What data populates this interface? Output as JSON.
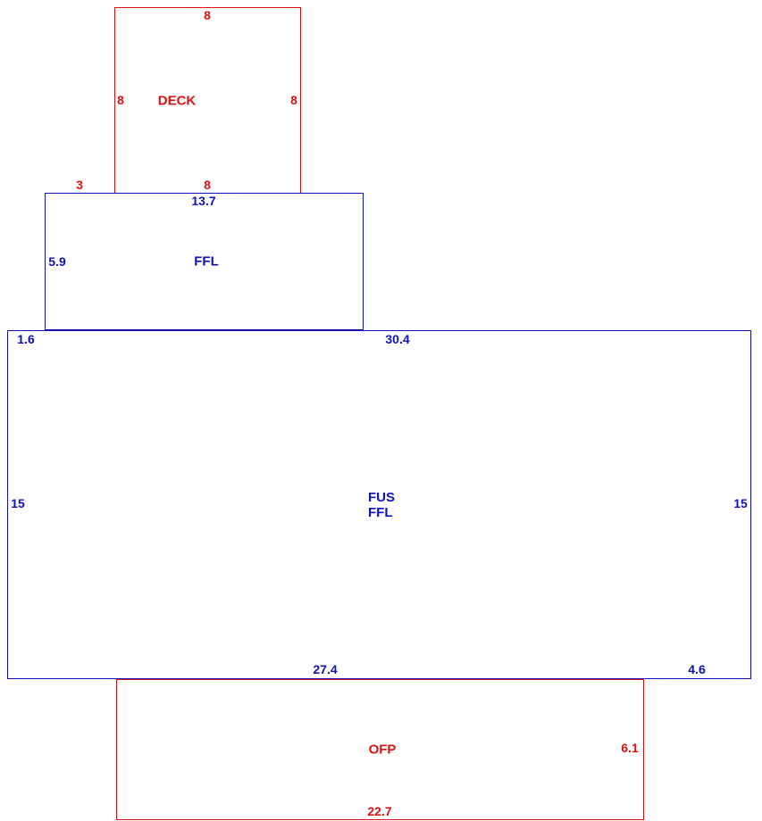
{
  "colors": {
    "deck": "#dd1111",
    "ffl": "#1111bb",
    "fus": "#1111bb",
    "ofp": "#dd1111"
  },
  "deck": {
    "name": "DECK",
    "top": "8",
    "left": "8",
    "right": "8",
    "bottom": "8",
    "offset": "3"
  },
  "ffl": {
    "name": "FFL",
    "top": "13.7",
    "left": "5.9"
  },
  "fus": {
    "name_line1": "FUS",
    "name_line2": "FFL",
    "top": "30.4",
    "top_left": "1.6",
    "left": "15",
    "right": "15",
    "bottom": "27.4",
    "bottom_right": "4.6"
  },
  "ofp": {
    "name": "OFP",
    "right": "6.1",
    "bottom": "22.7"
  }
}
